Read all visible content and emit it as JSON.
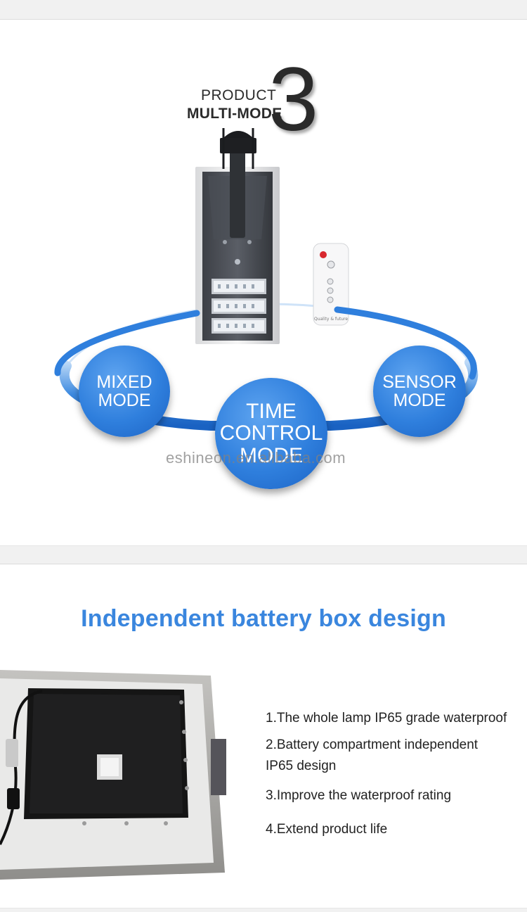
{
  "multi_mode": {
    "product_label": "PRODUCT",
    "multi_mode_label": "MULTI-MODE",
    "number": "3",
    "modes": {
      "mixed": [
        "MIXED",
        "MODE"
      ],
      "time": [
        "TIME",
        "CONTROL",
        "MODE"
      ],
      "sensor": [
        "SENSOR",
        "MODE"
      ]
    },
    "watermark": "eshineon.en.alibaba.com",
    "remote_label": "Quality & future",
    "accent_color": "#2f7fdd"
  },
  "battery": {
    "title": "Independent battery box design",
    "features": [
      "1.The whole lamp IP65 grade waterproof",
      "2.Battery compartment independent IP65 design",
      "3.Improve the waterproof rating",
      "4.Extend product life"
    ],
    "title_color": "#3a86de"
  }
}
